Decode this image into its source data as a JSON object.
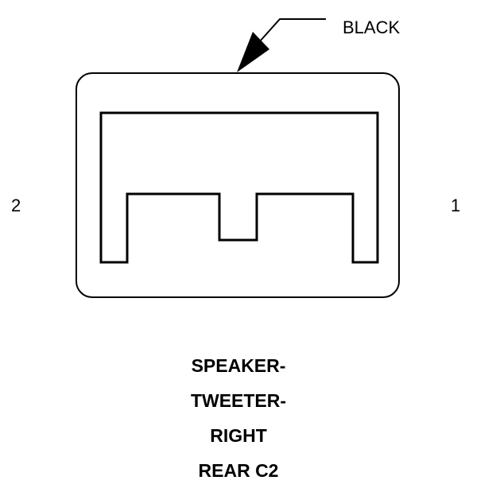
{
  "connector": {
    "color_label": "BLACK",
    "pin_left": "2",
    "pin_right": "1",
    "caption_lines": [
      "SPEAKER-",
      "TWEETER-",
      "RIGHT",
      "REAR C2"
    ]
  },
  "colors": {
    "stroke": "#000000",
    "background": "#ffffff"
  }
}
